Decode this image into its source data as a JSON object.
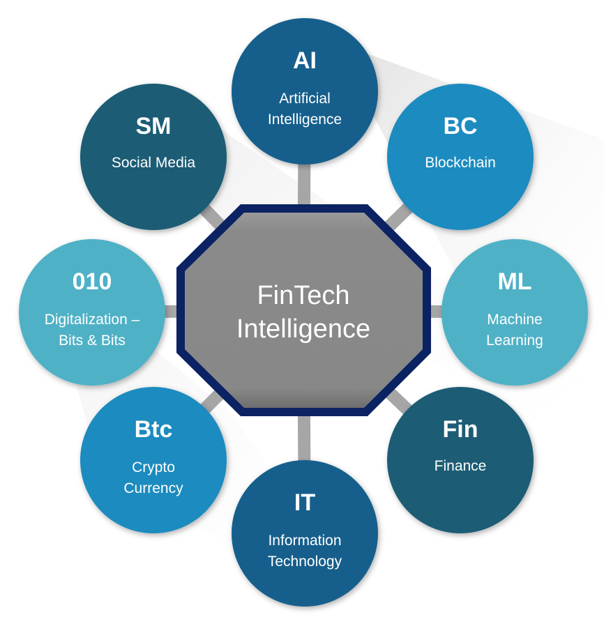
{
  "center": {
    "lines": [
      "FinTech",
      "Intelligence"
    ],
    "fill": "#8a8a8a",
    "border": "#0b2263"
  },
  "connector_color": "#a6a6a6",
  "nodes": [
    {
      "abbr": "AI",
      "desc": [
        "Artificial",
        "Intelligence"
      ],
      "color": "#135f8c"
    },
    {
      "abbr": "BC",
      "desc": [
        "Blockchain"
      ],
      "color": "#1f8bbf"
    },
    {
      "abbr": "ML",
      "desc": [
        "Machine",
        "Learning"
      ],
      "color": "#50b1c6"
    },
    {
      "abbr": "Fin",
      "desc": [
        "Finance"
      ],
      "color": "#1a5c74"
    },
    {
      "abbr": "IT",
      "desc": [
        "Information",
        "Technology"
      ],
      "color": "#135f8c"
    },
    {
      "abbr": "Btc",
      "desc": [
        "Crypto",
        "Currency"
      ],
      "color": "#1f8bbf"
    },
    {
      "abbr": "010",
      "desc": [
        "Digitalization –",
        "Bits & Bits"
      ],
      "color": "#50b1c6"
    },
    {
      "abbr": "SM",
      "desc": [
        "Social Media"
      ],
      "color": "#1a5c74"
    }
  ]
}
